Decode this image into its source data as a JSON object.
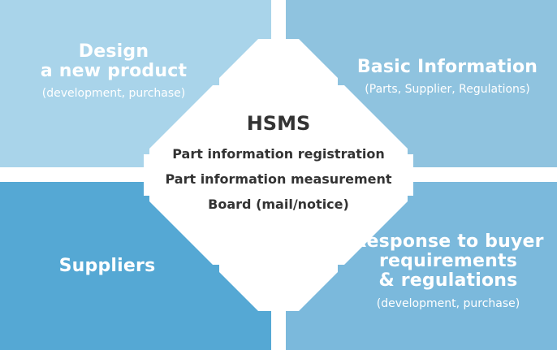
{
  "colors": {
    "top_left": "#a9d4ea",
    "top_right": "#8fc3df",
    "bottom_left": "#55a8d4",
    "bottom_right": "#7bb9dc",
    "center": "#ffffff",
    "center_text": "#333333"
  },
  "top_left": {
    "title_line1": "Design",
    "title_line2": "a new product",
    "subtitle": "(development, purchase)"
  },
  "top_right": {
    "title": "Basic Information",
    "subtitle": "(Parts, Supplier, Regulations)"
  },
  "bottom_left": {
    "title": "Suppliers"
  },
  "bottom_right": {
    "title_line1": "Response to buyer",
    "title_line2": "requirements",
    "title_line3": "& regulations",
    "subtitle": "(development, purchase)"
  },
  "center": {
    "title": "HSMS",
    "items": [
      "Part information registration",
      "Part information measurement",
      "Board (mail/notice)"
    ]
  }
}
